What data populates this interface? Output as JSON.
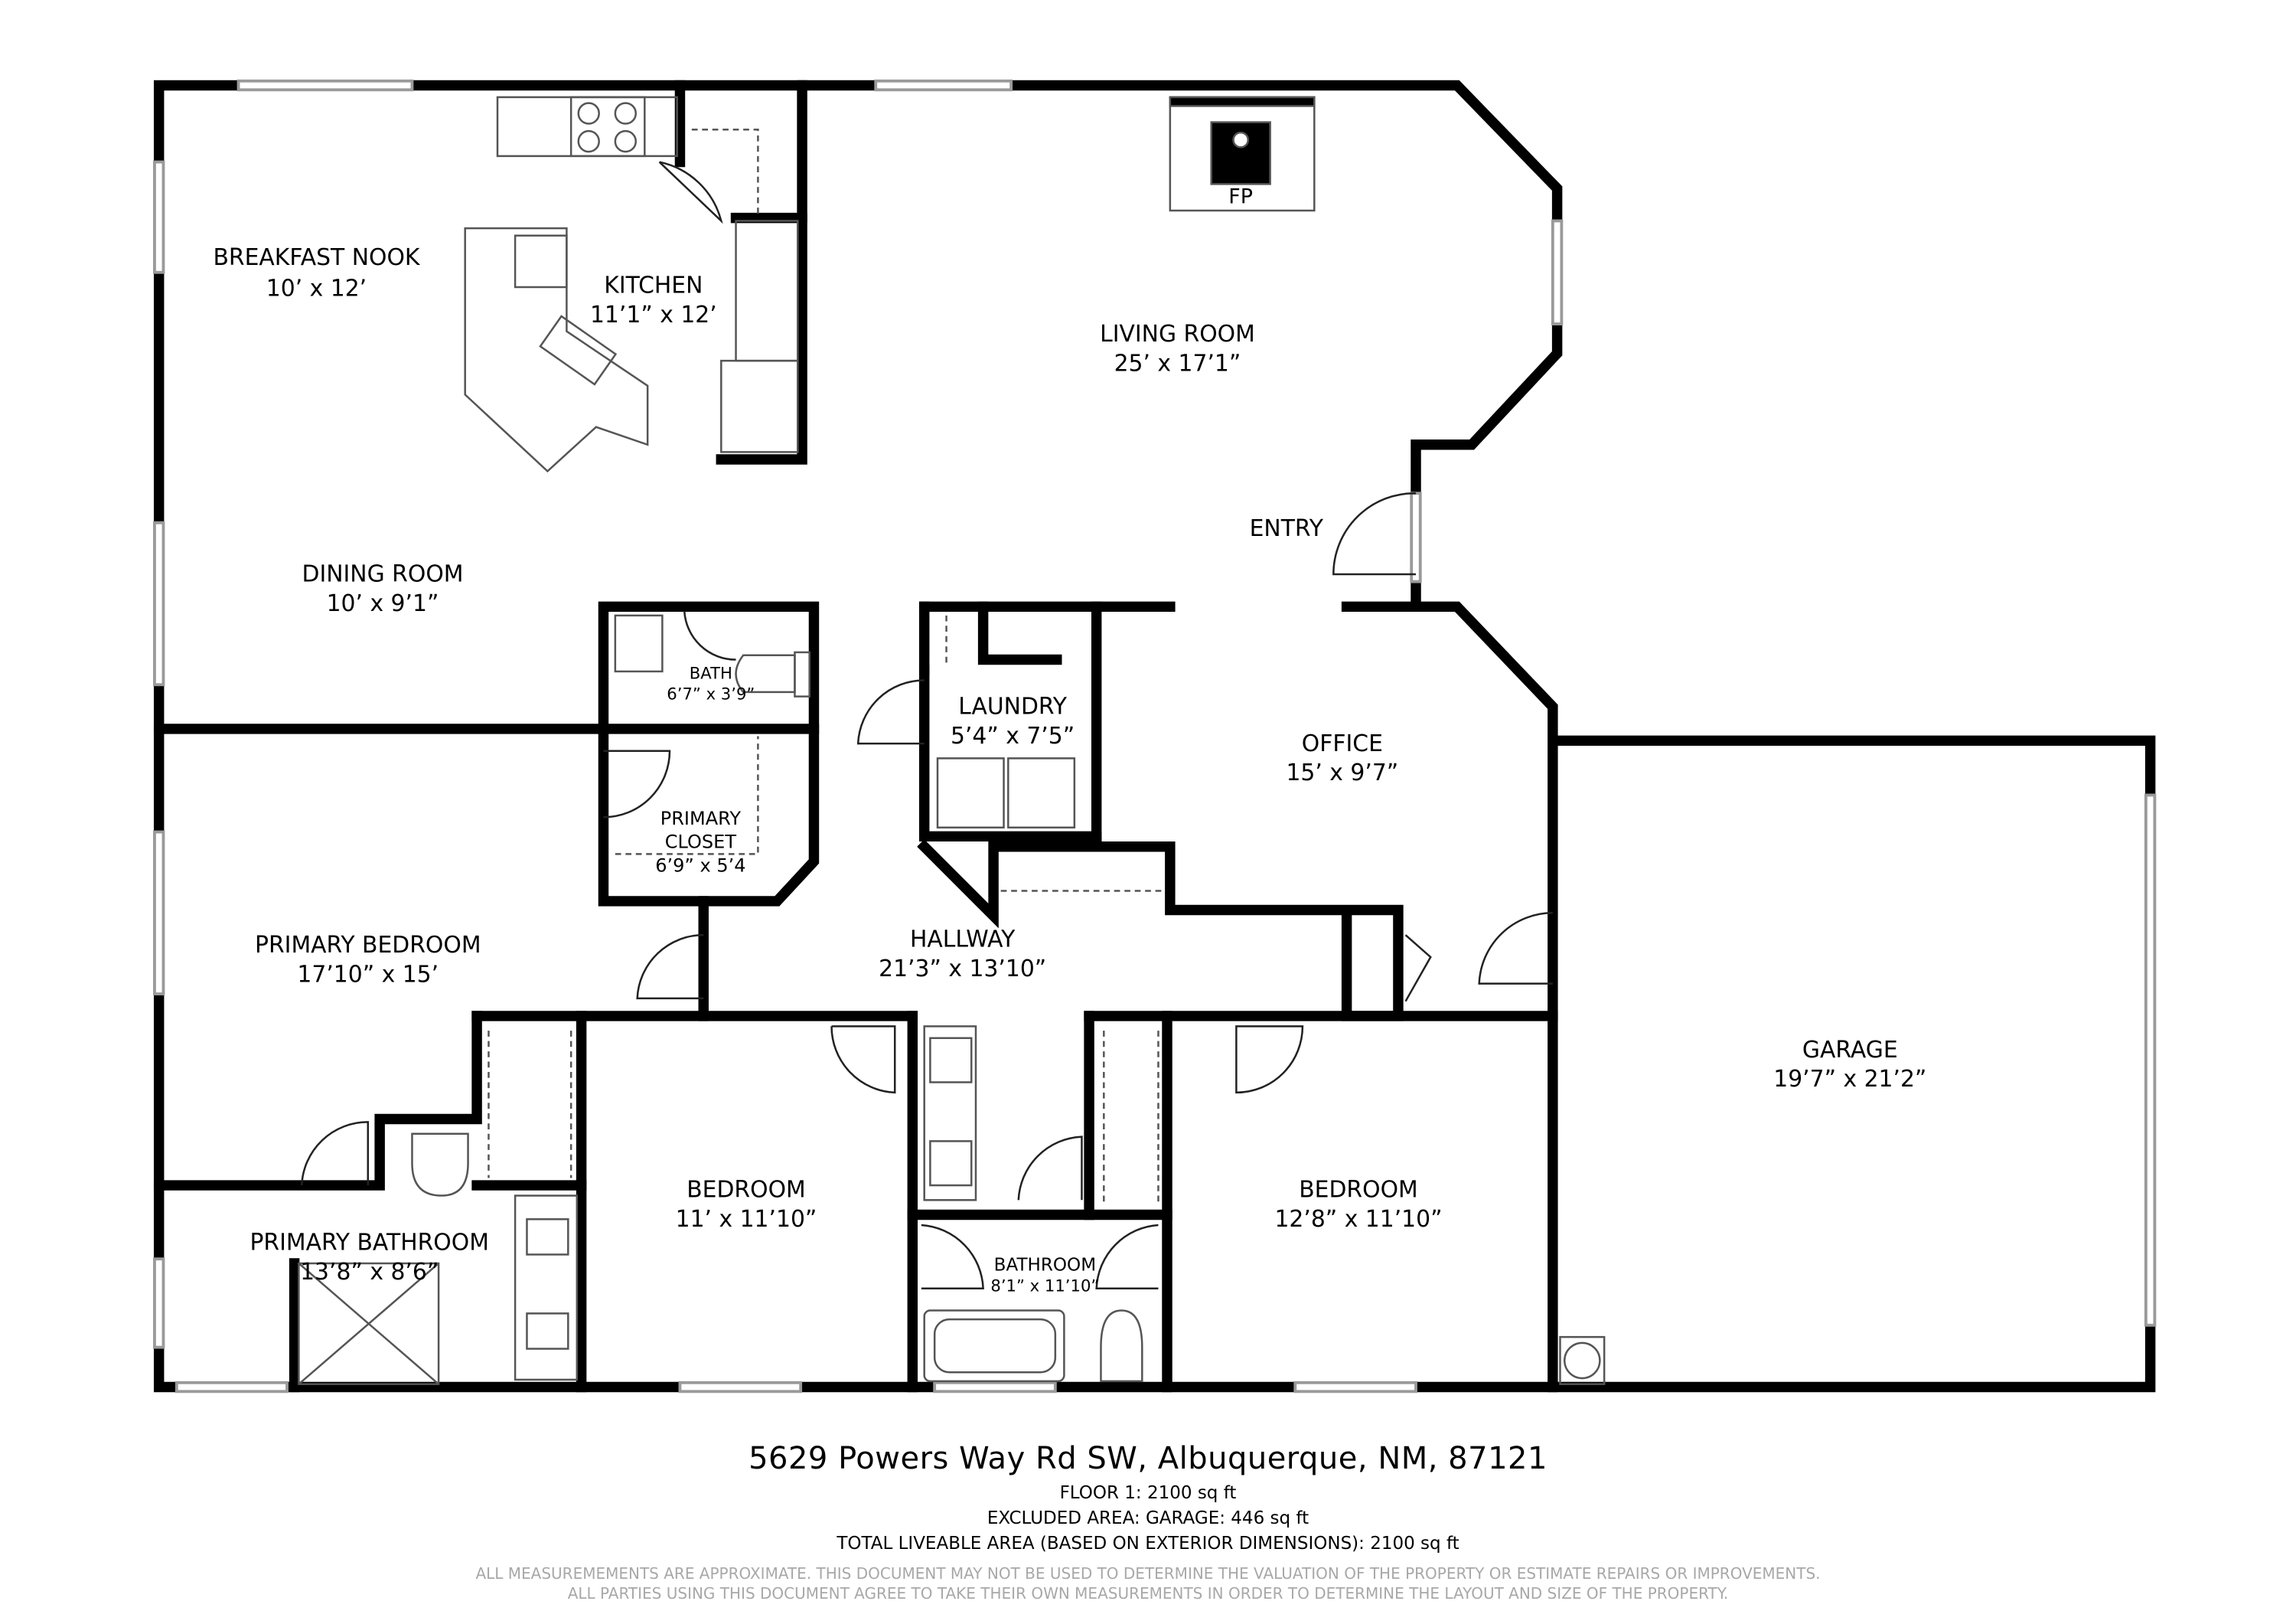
{
  "rooms": {
    "breakfast_nook": {
      "name": "BREAKFAST NOOK",
      "size": "10’ x 12’"
    },
    "kitchen": {
      "name": "KITCHEN",
      "size": "11’1” x 12’"
    },
    "living_room": {
      "name": "LIVING ROOM",
      "size": "25’ x 17’1”"
    },
    "fireplace": {
      "name": "FP"
    },
    "entry": {
      "name": "ENTRY"
    },
    "dining_room": {
      "name": "DINING ROOM",
      "size": "10’ x 9’1”"
    },
    "bath": {
      "name": "BATH",
      "size": "6’7” x 3’9”"
    },
    "laundry": {
      "name": "LAUNDRY",
      "size": "5’4” x 7’5”"
    },
    "office": {
      "name": "OFFICE",
      "size": "15’ x 9’7”"
    },
    "primary_closet": {
      "name1": "PRIMARY",
      "name2": "CLOSET",
      "size": "6’9” x 5’4"
    },
    "primary_bedroom": {
      "name": "PRIMARY BEDROOM",
      "size": "17’10” x 15’"
    },
    "hallway": {
      "name": "HALLWAY",
      "size": "21’3” x 13’10”"
    },
    "garage": {
      "name": "GARAGE",
      "size": "19’7” x 21’2”"
    },
    "bedroom_2": {
      "name": "BEDROOM",
      "size": "11’ x 11’10”"
    },
    "bedroom_3": {
      "name": "BEDROOM",
      "size": "12’8” x 11’10”"
    },
    "bathroom": {
      "name": "BATHROOM",
      "size": "8’1” x 11’10”"
    },
    "primary_bathroom": {
      "name": "PRIMARY BATHROOM",
      "size": "13’8” x 8’6”"
    }
  },
  "footer": {
    "address": "5629 Powers Way Rd SW, Albuquerque, NM, 87121",
    "floor": "FLOOR 1: 2100 sq ft",
    "excluded": "EXCLUDED AREA: GARAGE: 446 sq ft",
    "total": "TOTAL LIVEABLE AREA (BASED ON EXTERIOR DIMENSIONS): 2100 sq ft",
    "disclaimer_1": "ALL MEASUREMEMENTS ARE APPROXIMATE. THIS DOCUMENT MAY NOT BE USED TO DETERMINE THE VALUATION OF THE PROPERTY OR ESTIMATE REPAIRS OR IMPROVEMENTS.",
    "disclaimer_2": "ALL PARTIES USING THIS DOCUMENT AGREE TO TAKE THEIR OWN MEASUREMENTS IN ORDER TO DETERMINE THE LAYOUT AND SIZE OF THE PROPERTY."
  },
  "colors": {
    "wall": "#000000",
    "fixture": "#555555",
    "window": "#9a9a9a",
    "background": "#ffffff"
  }
}
